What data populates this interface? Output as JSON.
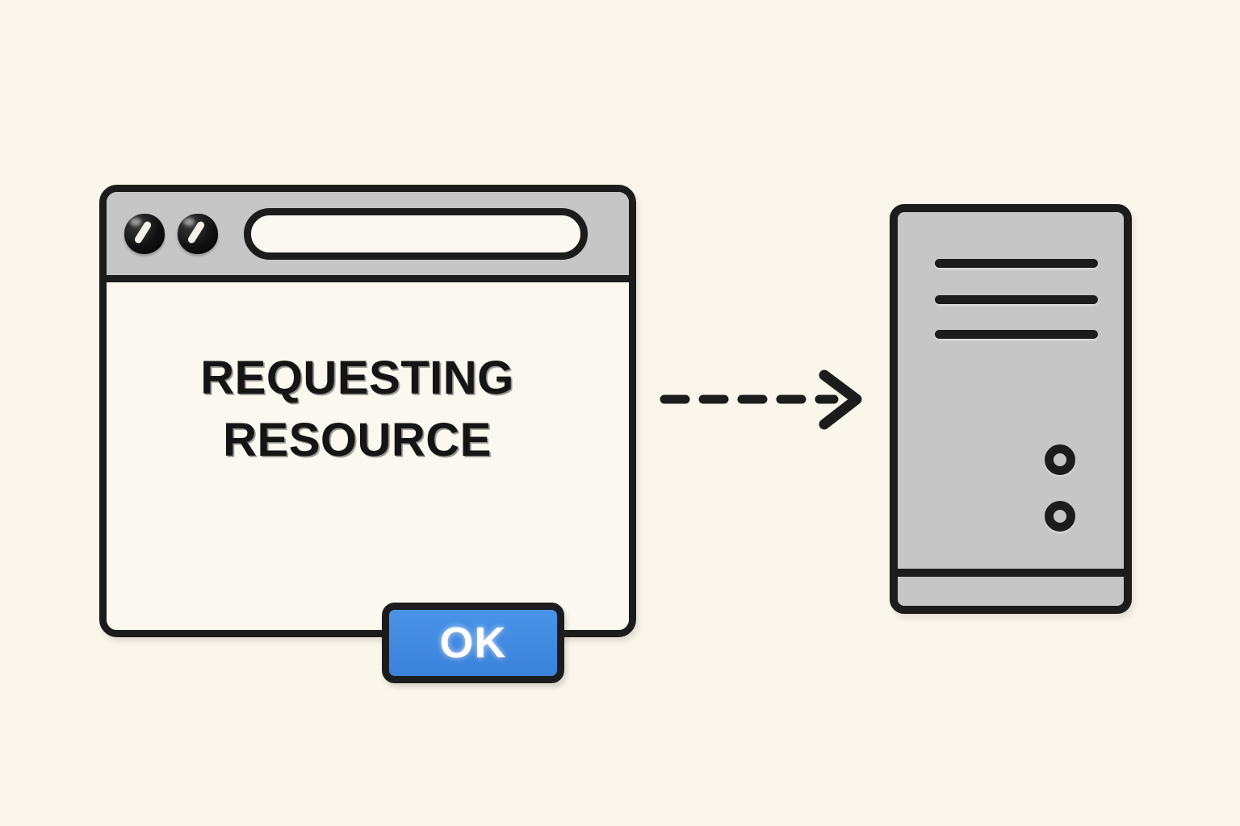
{
  "scene": {
    "background_color": "#faf6ec",
    "title": "Requesting Resource dialog with dashed arrow to server"
  },
  "browser_window": {
    "title_bar": {
      "controls": [
        {
          "name": "window-control-left",
          "icon": "circle-slash-icon"
        },
        {
          "name": "window-control-right",
          "icon": "circle-slash-icon"
        }
      ],
      "address_bar": {
        "value": "",
        "placeholder": ""
      }
    },
    "dialog": {
      "message_line_1": "REQUESTING",
      "message_line_2": "RESOURCE",
      "ok_label": "OK",
      "ok_color": "#3d8be0",
      "text_color": "#151515"
    },
    "frame_color": "#1c1c1c",
    "title_bar_color": "#c6c6c6",
    "content_color": "#fbf8f0"
  },
  "arrow": {
    "direction": "right",
    "style": "dashed",
    "dash_count": 5,
    "color": "#1c1c1c",
    "label": ""
  },
  "server": {
    "name": "server-tower",
    "body_color": "#c6c6c6",
    "outline_color": "#1c1c1c",
    "vents": [
      "vent-slot-1",
      "vent-slot-2",
      "vent-slot-3"
    ],
    "indicators": [
      "led-indicator-1",
      "led-indicator-2"
    ],
    "base": "server-base-strip"
  }
}
